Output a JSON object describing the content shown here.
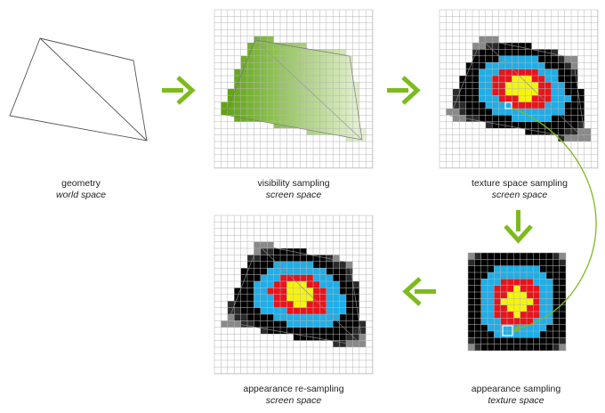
{
  "panels": {
    "geometry": {
      "title": "geometry",
      "space": "world space"
    },
    "visibility": {
      "title": "visibility sampling",
      "space": "screen space"
    },
    "texture_space": {
      "title": "texture space sampling",
      "space": "screen space"
    },
    "appearance_sampling": {
      "title": "appearance sampling",
      "space": "texture space"
    },
    "resampling": {
      "title": "appearance re-sampling",
      "space": "screen space"
    }
  },
  "colors": {
    "arrow": "#7dbb1d",
    "green_dark": "#5ea40f",
    "green_light": "#e8f3d6",
    "target_outer": "#000000",
    "target_blue": "#1eaee8",
    "target_red": "#e8141c",
    "target_yellow": "#f6f40a",
    "grid": "#b5b5b5"
  },
  "arrows": [
    {
      "from": "geometry",
      "to": "visibility sampling",
      "direction": "right"
    },
    {
      "from": "visibility sampling",
      "to": "texture space sampling",
      "direction": "right"
    },
    {
      "from": "texture space sampling",
      "to": "appearance sampling",
      "direction": "down"
    },
    {
      "from": "appearance sampling",
      "to": "appearance re-sampling",
      "direction": "left"
    },
    {
      "from": "texture space sample",
      "to": "texture texel",
      "direction": "curved"
    }
  ]
}
